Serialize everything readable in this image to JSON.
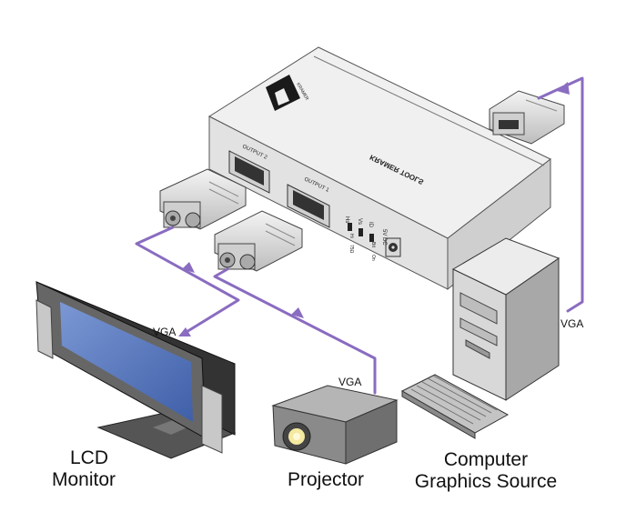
{
  "device": {
    "brand_text": "KRAMER TOOLS",
    "logo_text": "KRAMER",
    "output1_label": "OUTPUT 1",
    "output2_label": "OUTPUT 2",
    "hs_label": "Hs",
    "vs_label": "Vs",
    "id_label": "ID",
    "hi_label": "Hi",
    "ohm_label": "75Ω",
    "bit_label": "Bit",
    "on_label": "On",
    "power_label": "5V DC"
  },
  "cables": {
    "monitor_vga": "VGA",
    "projector_vga": "VGA",
    "source_vga": "VGA"
  },
  "labels": {
    "lcd_line1": "LCD",
    "lcd_line2": "Monitor",
    "projector": "Projector",
    "computer_line1": "Computer",
    "computer_line2": "Graphics Source"
  },
  "colors": {
    "cable": "#8a6cc0",
    "device_body": "#e6e6e6",
    "screen": "#5f7fc0"
  }
}
